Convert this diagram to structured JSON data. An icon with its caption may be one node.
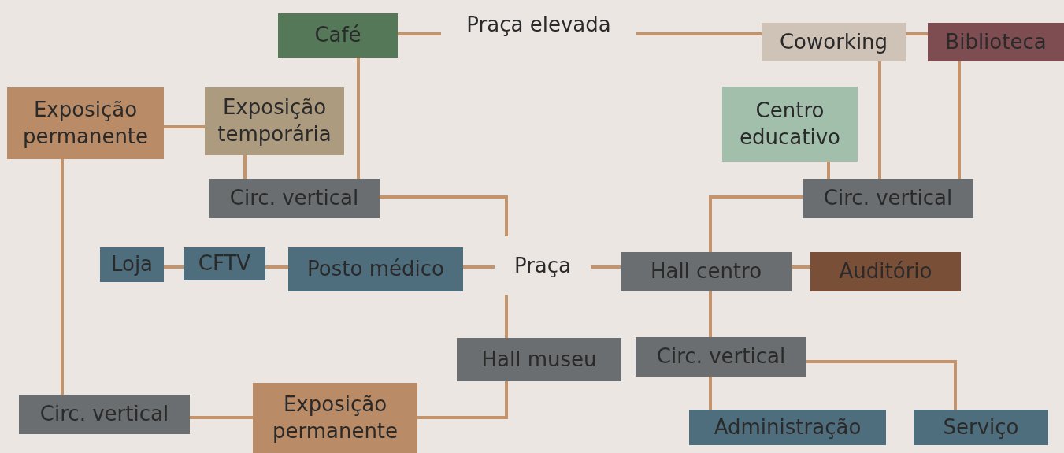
{
  "diagram": {
    "nodes": [
      {
        "text": [
          "Café"
        ]
      },
      {
        "text": [
          "Praça elevada"
        ]
      },
      {
        "text": [
          "Coworking"
        ]
      },
      {
        "text": [
          "Biblioteca"
        ]
      },
      {
        "text": [
          "Exposição permanente"
        ]
      },
      {
        "text": [
          "Exposição temporária"
        ]
      },
      {
        "text": [
          "Centro educativo"
        ]
      },
      {
        "text": [
          "Circ. vertical"
        ]
      },
      {
        "text": [
          "Circ. vertical"
        ]
      },
      {
        "text": [
          "Loja"
        ]
      },
      {
        "text": [
          "CFTV"
        ]
      },
      {
        "text": [
          "Posto médico"
        ]
      },
      {
        "text": [
          "Praça"
        ]
      },
      {
        "text": [
          "Hall centro"
        ]
      },
      {
        "text": [
          "Auditório"
        ]
      },
      {
        "text": [
          "Hall museu"
        ]
      },
      {
        "text": [
          "Circ. vertical"
        ]
      },
      {
        "text": [
          "Circ. vertical"
        ]
      },
      {
        "text": [
          "Exposição permanente"
        ]
      },
      {
        "text": [
          "Administração"
        ]
      },
      {
        "text": [
          "Serviço"
        ]
      }
    ],
    "edges": [
      {
        "from": 0,
        "to": 1,
        "arrow": "none"
      },
      {
        "from": 1,
        "to": 2,
        "arrow": "none"
      },
      {
        "from": 2,
        "to": 3,
        "arrow": "none"
      },
      {
        "from": 0,
        "to": 7,
        "arrow": "none"
      },
      {
        "from": 4,
        "to": 5,
        "arrow": "none"
      },
      {
        "from": 5,
        "to": 7,
        "arrow": "none"
      },
      {
        "from": 7,
        "to": 12,
        "arrow": "none"
      },
      {
        "from": 4,
        "to": 17,
        "arrow": "none"
      },
      {
        "from": 2,
        "to": 8,
        "arrow": "none"
      },
      {
        "from": 3,
        "to": 8,
        "arrow": "none"
      },
      {
        "from": 6,
        "to": 8,
        "arrow": "none"
      },
      {
        "from": 8,
        "to": 13,
        "arrow": "none"
      },
      {
        "from": 9,
        "to": 10,
        "arrow": "none"
      },
      {
        "from": 10,
        "to": 11,
        "arrow": "none"
      },
      {
        "from": 11,
        "to": 12,
        "arrow": "none"
      },
      {
        "from": 12,
        "to": 13,
        "arrow": "none"
      },
      {
        "from": 13,
        "to": 14,
        "arrow": "none"
      },
      {
        "from": 12,
        "to": 15,
        "arrow": "none"
      },
      {
        "from": 15,
        "to": 18,
        "arrow": "none"
      },
      {
        "from": 17,
        "to": 18,
        "arrow": "none"
      },
      {
        "from": 13,
        "to": 16,
        "arrow": "none"
      },
      {
        "from": 16,
        "to": 19,
        "arrow": "none"
      },
      {
        "from": 16,
        "to": 20,
        "arrow": "none"
      }
    ]
  }
}
